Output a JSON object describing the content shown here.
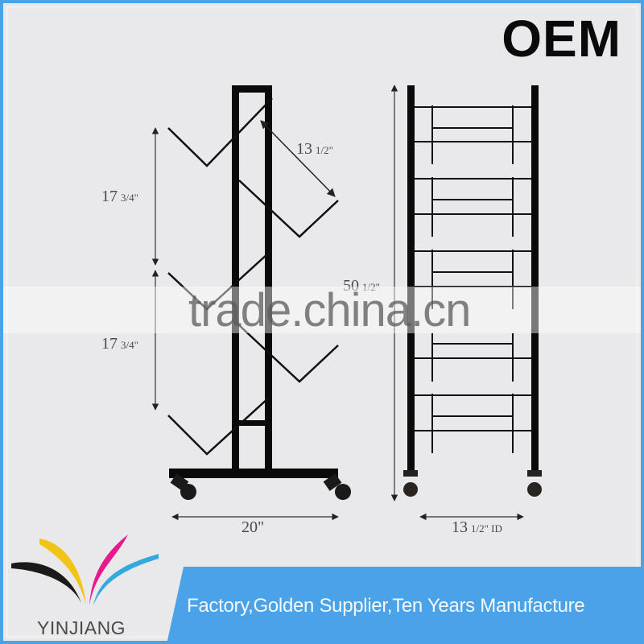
{
  "badge": {
    "label": "OEM"
  },
  "product": {
    "name": "display rack drawing",
    "views": [
      "side-view",
      "front-view"
    ]
  },
  "dimensions": {
    "shelf_spacing_upper": {
      "whole": "17",
      "fraction": "3/4\""
    },
    "shelf_spacing_lower": {
      "whole": "17",
      "fraction": "3/4\""
    },
    "shelf_depth": {
      "whole": "13",
      "fraction": "1/2\""
    },
    "total_height": {
      "whole": "50",
      "fraction": "1/2\""
    },
    "base_width": {
      "label": "20\""
    },
    "inner_width": {
      "whole": "13",
      "fraction": "1/2\" ID"
    }
  },
  "watermark": {
    "text": "trade.china.cn"
  },
  "logo": {
    "name": "YINJIANG",
    "colors": {
      "black": "#1a1a1a",
      "yellow": "#f2c417",
      "magenta": "#e8198b",
      "cyan": "#33a9e0"
    }
  },
  "banner": {
    "tagline": "Factory,Golden Supplier,Ten Years Manufacture",
    "color": "#4aa3e6"
  },
  "colors": {
    "background": "#e9e8ea",
    "frame": "#4aa3e6",
    "ink": "#0a0a0a",
    "dimension_text": "#4a4a4a"
  }
}
